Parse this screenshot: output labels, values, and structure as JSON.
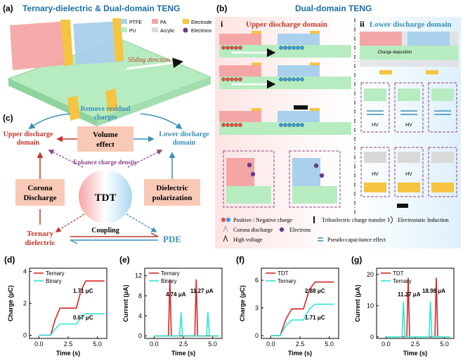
{
  "panel_a": {
    "label": "(a)",
    "title": "Ternary-dielectric & Dual-domain TENG",
    "legend": [
      {
        "name": "PTFE",
        "color": "#a9d0ec"
      },
      {
        "name": "PA",
        "color": "#f4a6a6"
      },
      {
        "name": "Electrode",
        "color": "#f5c440"
      },
      {
        "name": "PU",
        "color": "#b7ecc0"
      },
      {
        "name": "Acrylic",
        "color": "#d9d9d9"
      },
      {
        "name": "Electrons",
        "color": "#6b3a8a"
      }
    ],
    "sliding": "Sliding direction"
  },
  "panel_b": {
    "label": "(b)",
    "title": "Dual-domain TENG",
    "sub_i": "i",
    "sub_ii": "ii",
    "upper": "Upper discharge domain",
    "lower": "Lower discharge domain",
    "charge_dep": "Charge deposition",
    "hv": "HV",
    "legend": [
      "Positive / Negative charge",
      "Triboelectric charge transfer",
      "Electrostatic Induction",
      "Corona discharge",
      "Electrons",
      "High voltage",
      "Pseudo-capacitance effect"
    ]
  },
  "panel_c": {
    "label": "(c)",
    "center": "TDT",
    "volume_line1": "Volume",
    "volume_line2": "effect",
    "corona_line1": "Corona",
    "corona_line2": "Discharge",
    "dielectric_line1": "Dielectric",
    "dielectric_line2": "polarization",
    "remove_line1": "Remove residual",
    "remove_line2": "charges",
    "upper_line1": "Upper discharge",
    "upper_line2": "domain",
    "lower_line1": "Lower discharge",
    "lower_line2": "domain",
    "enhance": "Enhance charge density",
    "ternary_line1": "Ternary",
    "ternary_line2": "dielectric",
    "pde": "PDE",
    "coupling": "Coupling"
  },
  "charts": [
    {
      "label": "(d)",
      "chart_data": {
        "type": "line",
        "xlabel": "Time (s)",
        "ylabel": "Charge (μC)",
        "xlim": [
          -0.8,
          5.8
        ],
        "ylim": [
          -0.2,
          4.2
        ],
        "xticks": [
          "0.0",
          "2.5",
          "5.0"
        ],
        "yticks": [
          "0",
          "2",
          "4"
        ],
        "series": [
          {
            "name": "Ternary",
            "color": "#d62728",
            "x": [
              0,
              1.0,
              1.4,
              1.8,
              3.2,
              3.6,
              4.0,
              5.6
            ],
            "y": [
              0,
              0,
              1.0,
              1.7,
              1.7,
              2.8,
              3.4,
              3.4
            ]
          },
          {
            "name": "Binary",
            "color": "#2ee6d6",
            "x": [
              0,
              1.0,
              1.4,
              1.8,
              3.2,
              3.6,
              4.0,
              5.6
            ],
            "y": [
              0,
              0,
              0.4,
              0.7,
              0.7,
              1.1,
              1.35,
              1.35
            ]
          }
        ],
        "annotations": [
          "1.71 μC",
          "0.67 μC"
        ]
      }
    },
    {
      "label": "(e)",
      "chart_data": {
        "type": "line",
        "xlabel": "Time (s)",
        "ylabel": "Current (μA)",
        "xlim": [
          -0.8,
          5.8
        ],
        "ylim": [
          -0.5,
          13.5
        ],
        "xticks": [
          "0.0",
          "2.5",
          "5.0"
        ],
        "yticks": [
          "0",
          "4",
          "8",
          "12"
        ],
        "series": [
          {
            "name": "Ternary",
            "color": "#d62728",
            "peaks": [
              [
                1.35,
                11.27
              ],
              [
                3.6,
                11.27
              ]
            ]
          },
          {
            "name": "Binary",
            "color": "#2ee6d6",
            "peaks": [
              [
                2.3,
                4.74
              ],
              [
                4.6,
                4.74
              ]
            ]
          }
        ],
        "annotations": [
          "4.74 μA",
          "11.27 μA"
        ]
      }
    },
    {
      "label": "(f)",
      "chart_data": {
        "type": "line",
        "xlabel": "Time (s)",
        "ylabel": "Charge (μC)",
        "xlim": [
          -0.8,
          5.8
        ],
        "ylim": [
          -0.3,
          7.3
        ],
        "xticks": [
          "0.0",
          "2.5",
          "5.0"
        ],
        "yticks": [
          "0",
          "3",
          "6"
        ],
        "series": [
          {
            "name": "TDT",
            "color": "#d62728",
            "x": [
              0,
              0.8,
              1.3,
              1.8,
              2.8,
              3.3,
              3.8,
              5.4
            ],
            "y": [
              0,
              0,
              1.8,
              2.9,
              2.9,
              5.0,
              5.8,
              5.8
            ]
          },
          {
            "name": "Ternary",
            "color": "#2ee6d6",
            "x": [
              0,
              0.8,
              1.3,
              1.8,
              2.8,
              3.3,
              3.8,
              5.4
            ],
            "y": [
              0,
              0,
              1.1,
              1.7,
              1.7,
              2.9,
              3.4,
              3.4
            ]
          }
        ],
        "annotations": [
          "2.88 μC",
          "1.71 μC"
        ]
      }
    },
    {
      "label": "(g)",
      "chart_data": {
        "type": "line",
        "xlabel": "Time (s)",
        "ylabel": "Current (μA)",
        "xlim": [
          -0.8,
          5.8
        ],
        "ylim": [
          -0.5,
          22
        ],
        "xticks": [
          "0.0",
          "2.5",
          "5.0"
        ],
        "yticks": [
          "0",
          "10",
          "20"
        ],
        "series": [
          {
            "name": "TDT",
            "color": "#d62728",
            "peaks": [
              [
                1.9,
                18.98
              ],
              [
                4.3,
                18.98
              ]
            ]
          },
          {
            "name": "Ternary",
            "color": "#2ee6d6",
            "peaks": [
              [
                1.5,
                11.27
              ],
              [
                3.8,
                11.27
              ]
            ]
          }
        ],
        "annotations": [
          "11.27 μA",
          "18.98 μA"
        ]
      }
    }
  ]
}
